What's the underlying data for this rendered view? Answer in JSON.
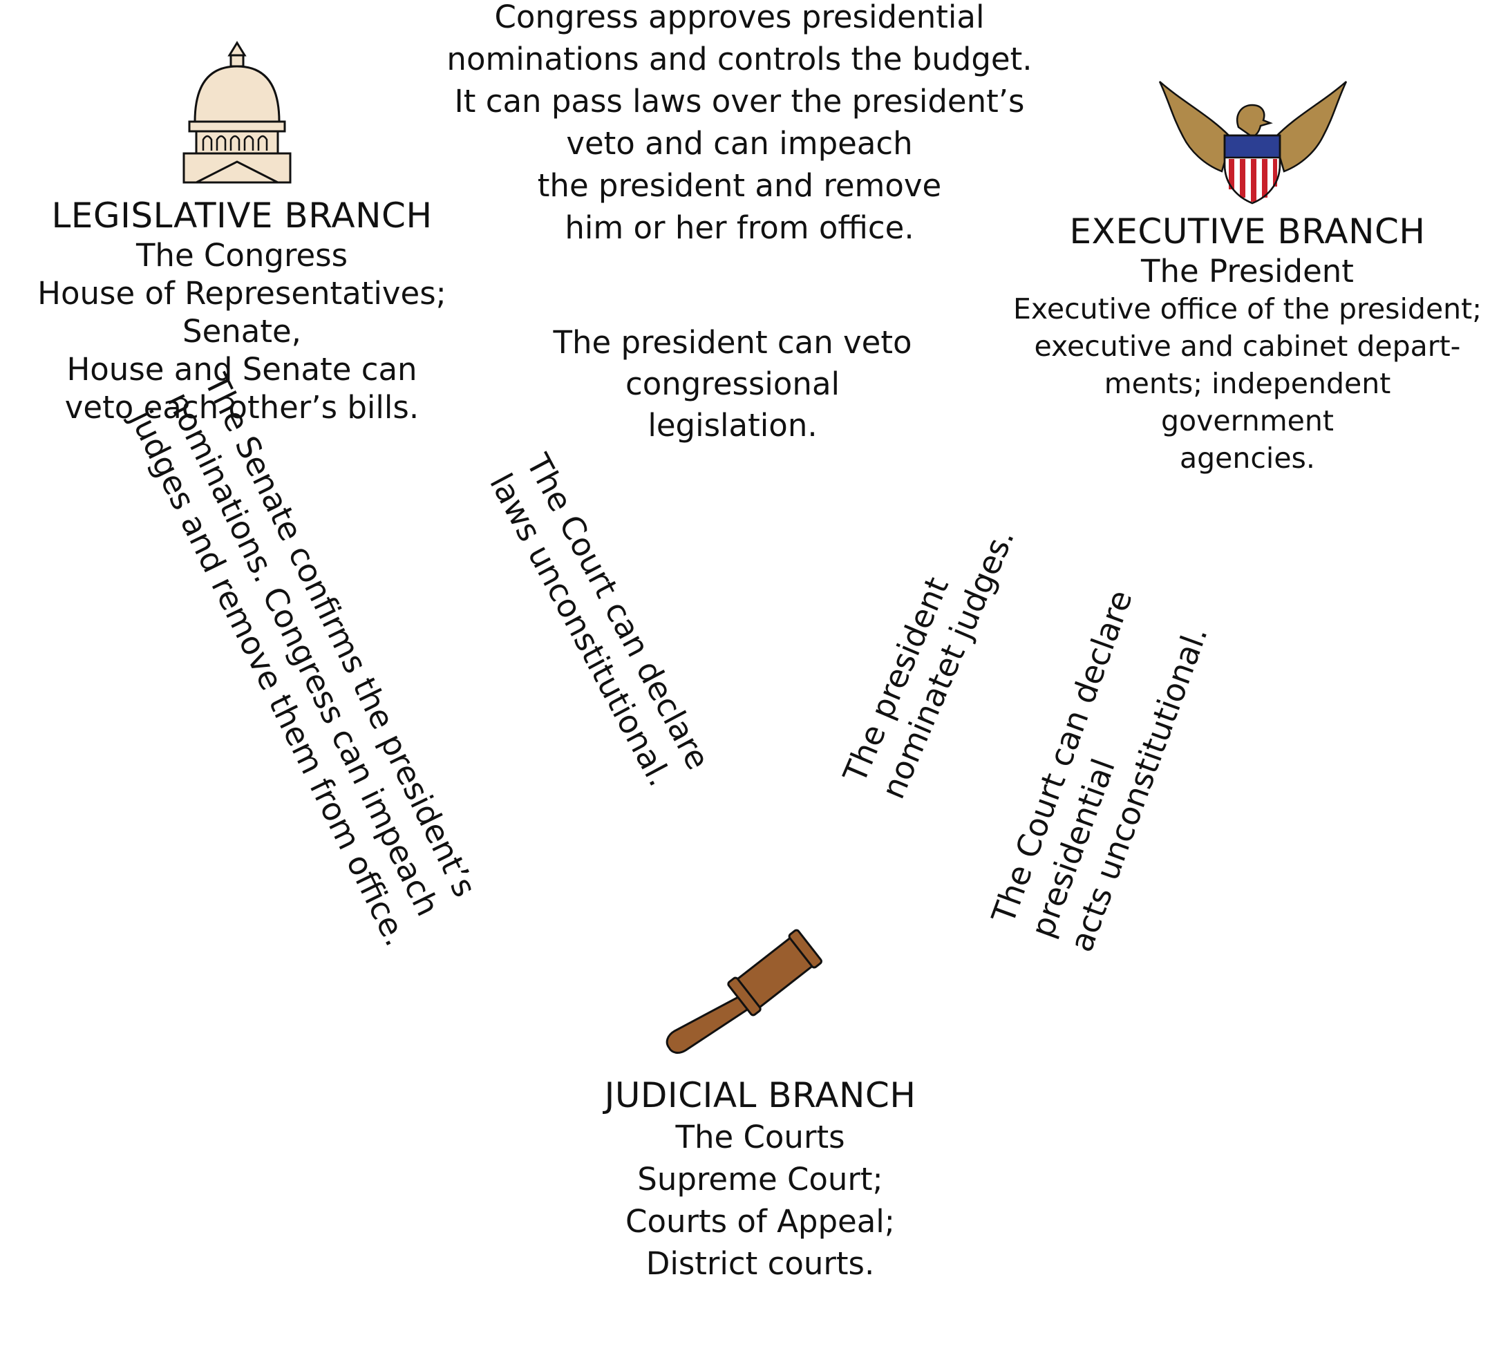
{
  "legislative": {
    "title": "LEGISLATIVE BRANCH",
    "subtitle": "The Congress",
    "lines": [
      "House of Representatives;",
      "Senate,",
      "House and Senate can",
      "veto each other’s bills."
    ]
  },
  "executive": {
    "title": "EXECUTIVE BRANCH",
    "subtitle": "The President",
    "lines": [
      "Executive office of the president;",
      "executive and cabinet depart-",
      "ments; independent",
      "government",
      "agencies."
    ]
  },
  "judicial": {
    "title": "JUDICIAL BRANCH",
    "subtitle": "The  Courts",
    "lines": [
      "Supreme Court;",
      "Courts of Appeal;",
      "District courts."
    ]
  },
  "checks": {
    "congress_over_president": [
      "Congress approves presidential",
      "nominations and controls the budget.",
      "It can pass laws over the president’s",
      "veto and can impeach",
      "the president and remove",
      "him or her from office."
    ],
    "president_veto": [
      "The president can veto",
      "congressional",
      "legislation."
    ],
    "senate_confirms": [
      "The Senate confirms the president’s",
      "nominations. Congress can impeach",
      "judges and remove them from office."
    ],
    "court_laws": [
      "The Court can declare",
      "laws unconstitutional."
    ],
    "president_nominates": [
      "The president",
      "nominatet judges."
    ],
    "court_acts": [
      "The Court can declare",
      "presidential",
      "acts unconstitutional."
    ]
  },
  "icons": {
    "capitol": "capitol-dome-icon",
    "eagle": "eagle-shield-icon",
    "gavel": "gavel-icon"
  },
  "colors": {
    "capitol_fill": "#f3e3cc",
    "eagle_wing": "#b08a4a",
    "shield_blue": "#2c3f93",
    "shield_red": "#c8202a",
    "gavel_brown": "#9a5e2e"
  }
}
